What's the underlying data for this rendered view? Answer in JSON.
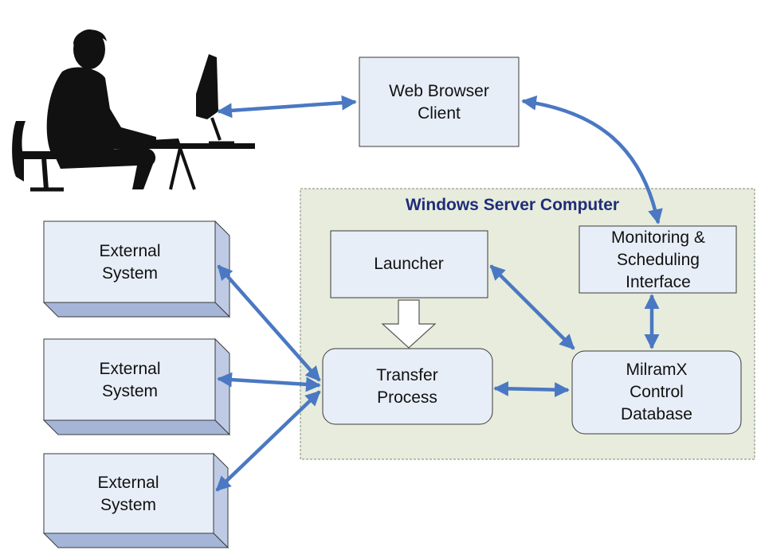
{
  "diagram": {
    "colors": {
      "box_fill": "#e8eef8",
      "box_stroke": "#3a3a3a",
      "ext_side": "#bfcbe4",
      "ext_bottom": "#a5b5d8",
      "arrow": "#4a78c2",
      "region_fill": "#e7ecdc",
      "region_border": "#7f8a72",
      "title": "#1f2d7a",
      "silhouette": "#111111"
    },
    "server_region": {
      "title": "Windows Server Computer"
    },
    "web_browser": {
      "lines": [
        "Web Browser",
        "Client"
      ]
    },
    "launcher": {
      "lines": [
        "Launcher"
      ]
    },
    "monitoring": {
      "lines": [
        "Monitoring &",
        "Scheduling",
        "Interface"
      ]
    },
    "transfer": {
      "lines": [
        "Transfer",
        "Process"
      ]
    },
    "database": {
      "lines": [
        "MilramX",
        "Control",
        "Database"
      ]
    },
    "external_systems": [
      {
        "lines": [
          "External",
          "System"
        ]
      },
      {
        "lines": [
          "External",
          "System"
        ]
      },
      {
        "lines": [
          "External",
          "System"
        ]
      }
    ],
    "user": {
      "icon": "user-at-computer-icon"
    }
  }
}
